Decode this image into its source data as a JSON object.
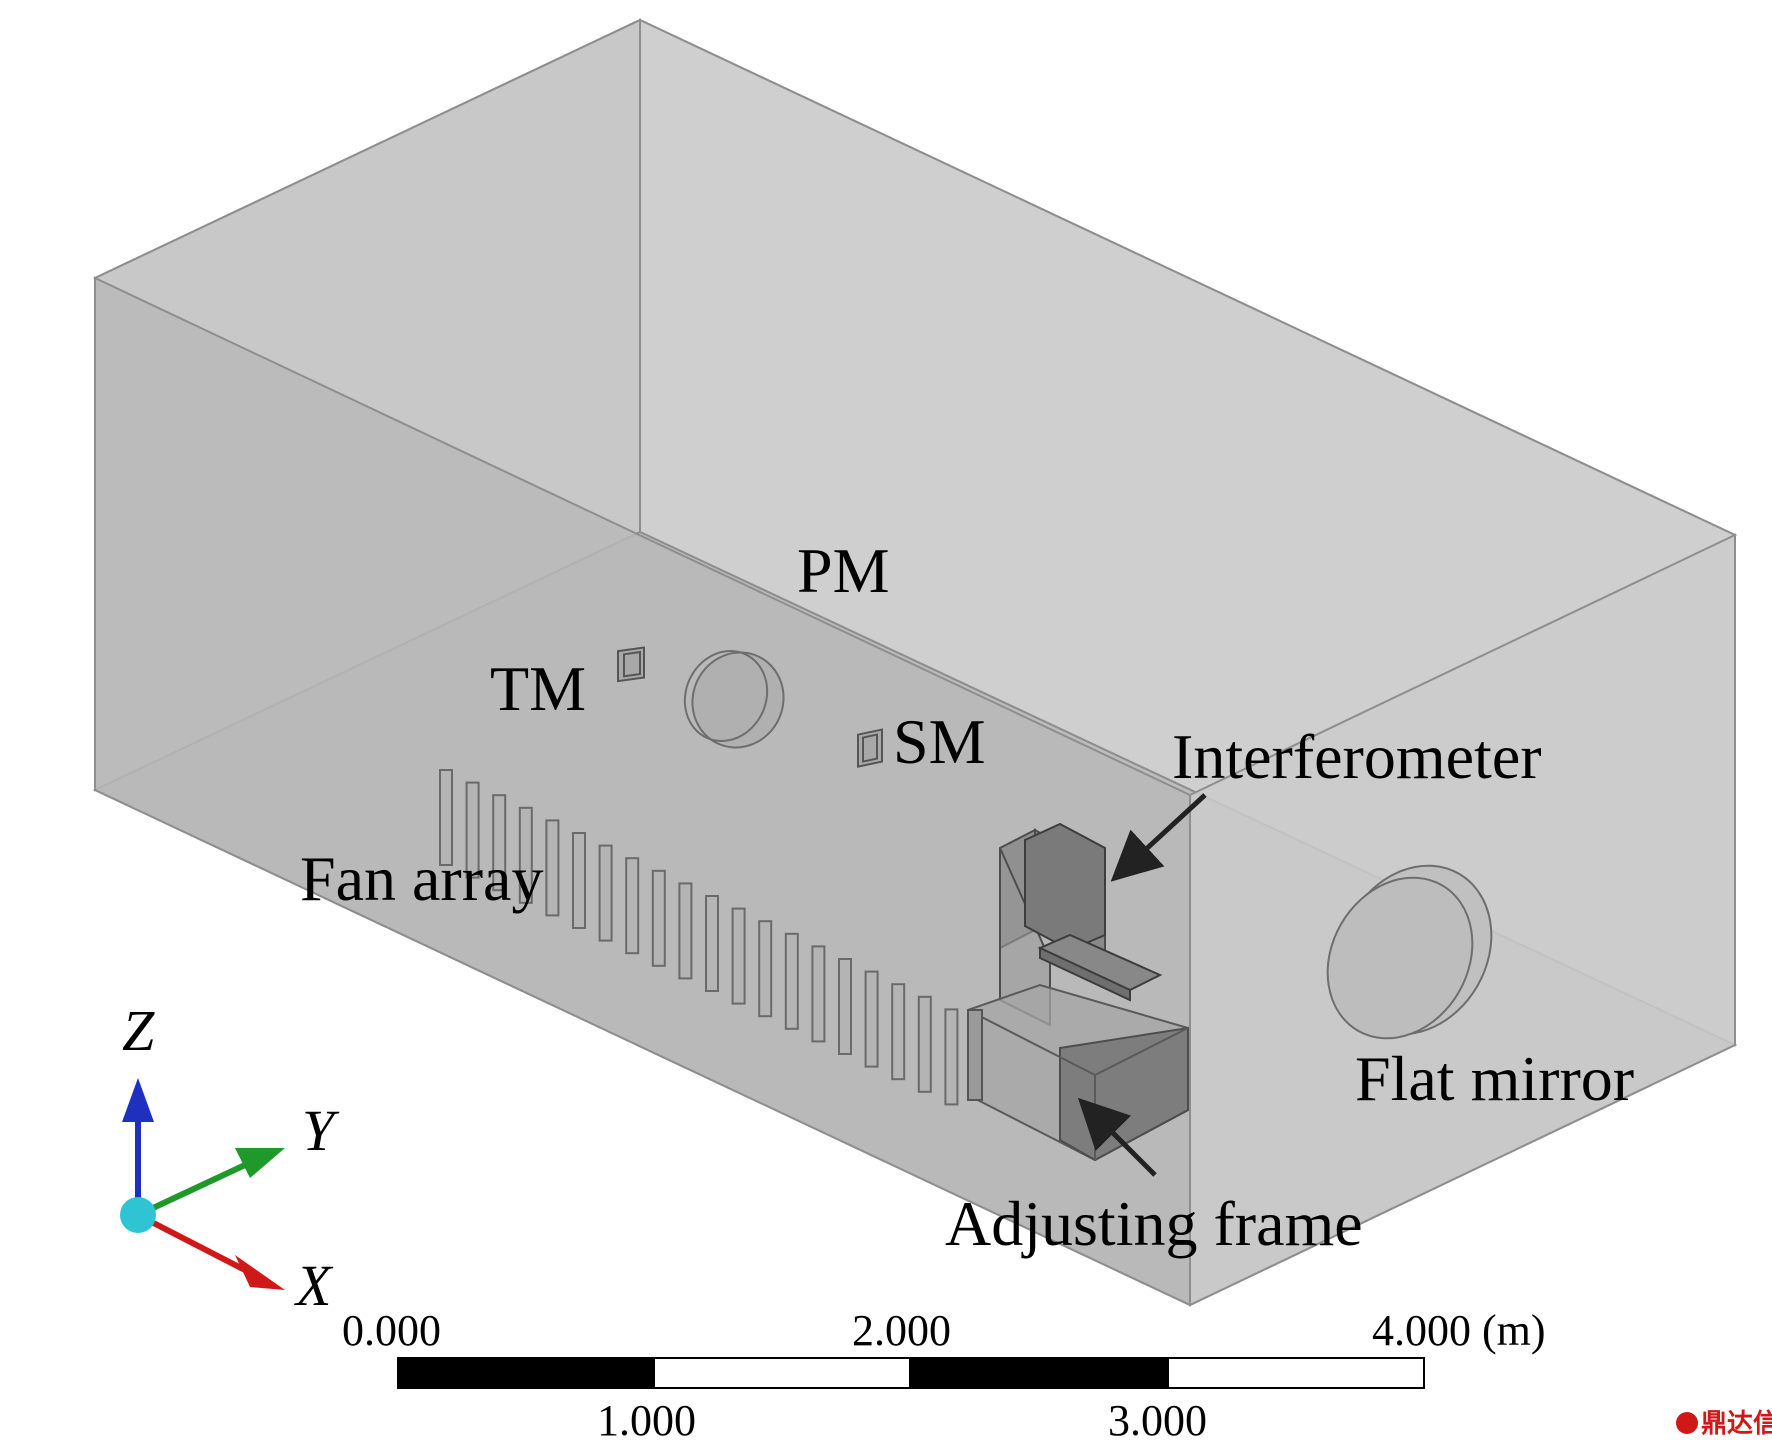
{
  "labels": {
    "pm": "PM",
    "tm": "TM",
    "sm": "SM",
    "fan_array": "Fan array",
    "interferometer": "Interferometer",
    "flat_mirror": "Flat mirror",
    "adjusting_frame": "Adjusting frame"
  },
  "axes": {
    "z": "Z",
    "y": "Y",
    "x": "X",
    "colors": {
      "z": "#1f2fbf",
      "y": "#1f9a2a",
      "x": "#d01818",
      "origin": "#2fc4d4"
    }
  },
  "scale_bar": {
    "ticks_top": [
      "0.000",
      "2.000",
      "4.000 (m)"
    ],
    "ticks_bottom": [
      "1.000",
      "3.000"
    ]
  },
  "watermark": {
    "text": "鼎达信",
    "color": "#d01818"
  }
}
